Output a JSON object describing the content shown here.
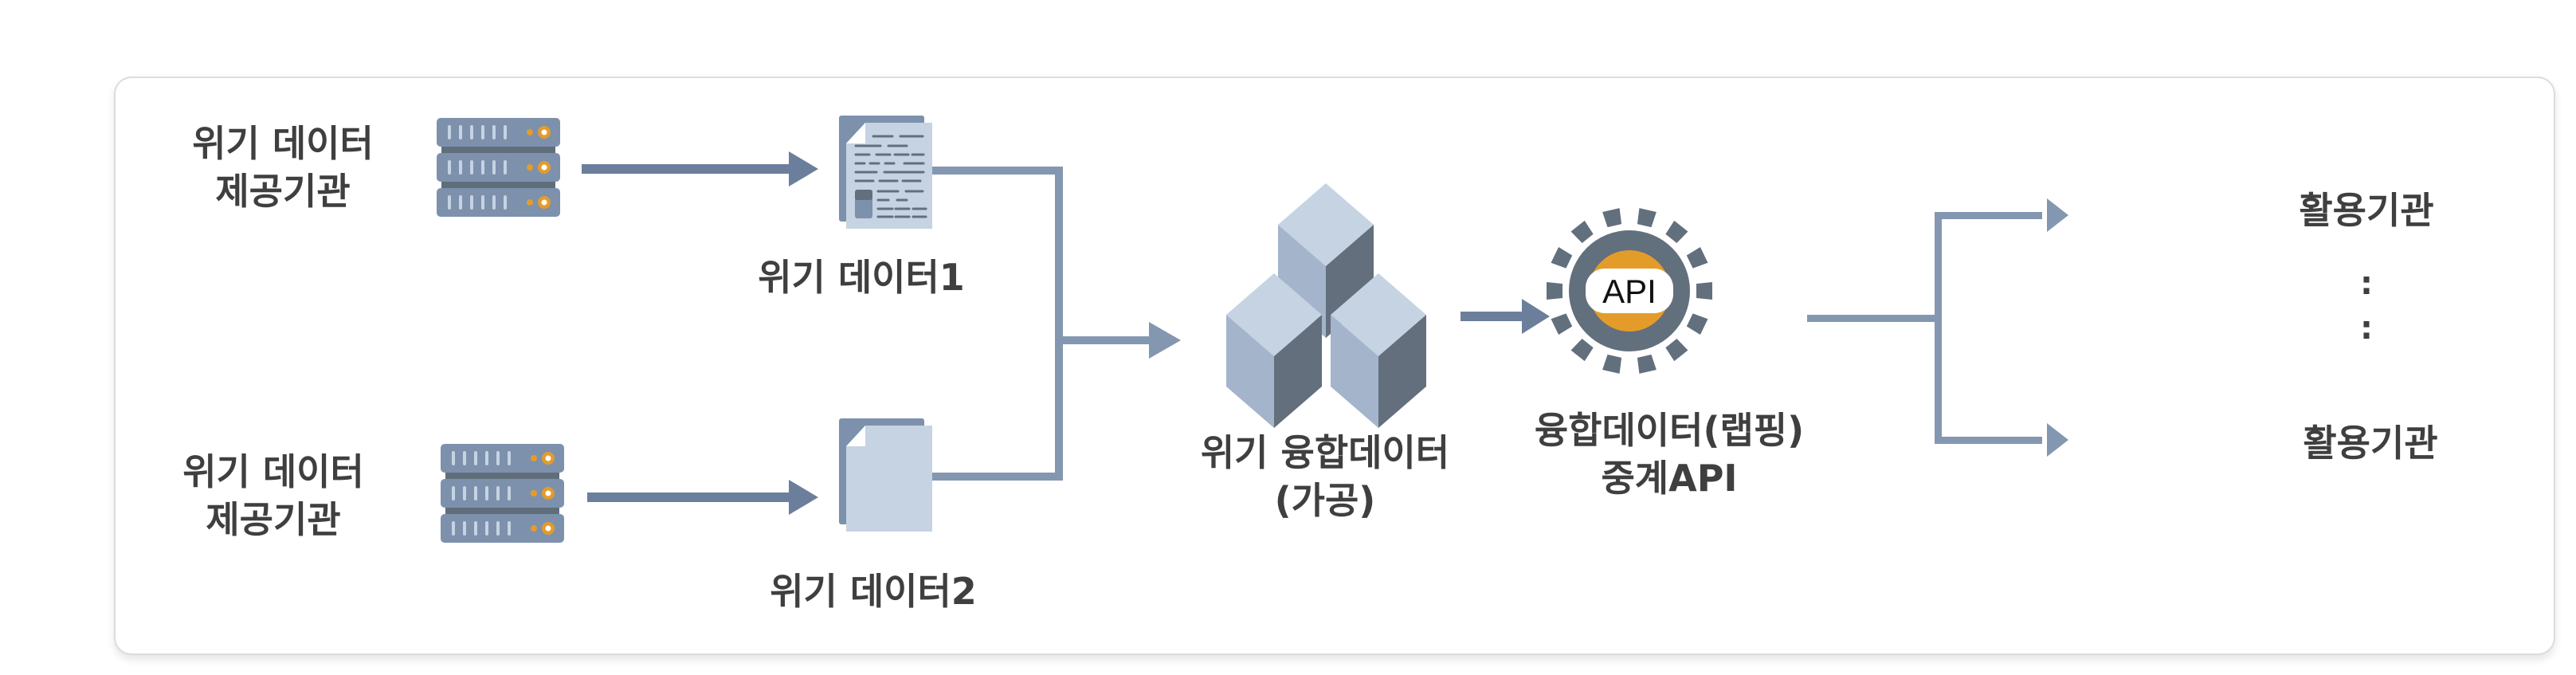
{
  "providers": [
    {
      "line1": "위기 데이터",
      "line2": "제공기관"
    },
    {
      "line1": "위기 데이터",
      "line2": "제공기관"
    }
  ],
  "datasets": [
    {
      "label": "위기 데이터1"
    },
    {
      "label": "위기 데이터2"
    }
  ],
  "fusion": {
    "line1": "위기 융합데이터",
    "line2": "(가공)"
  },
  "api": {
    "badge": "API",
    "line1": "융합데이터(랩핑)",
    "line2": "중계API"
  },
  "consumers": [
    {
      "label": "활용기관"
    },
    {
      "label": "활용기관"
    }
  ],
  "ellipsis": [
    ":",
    ":"
  ],
  "colors": {
    "arrow": "#6b7f9c",
    "connector": "#8497b0",
    "server": "#7d91ad",
    "server_dark": "#606e7c",
    "accent": "#e39c2a",
    "doc_light": "#c5d3e2",
    "doc_back": "#7d91ad",
    "cube_top": "#c5d3e2",
    "cube_left": "#a3b4cb",
    "cube_right": "#636f7d",
    "gear": "#626f7d",
    "text": "#3f3f3f"
  }
}
